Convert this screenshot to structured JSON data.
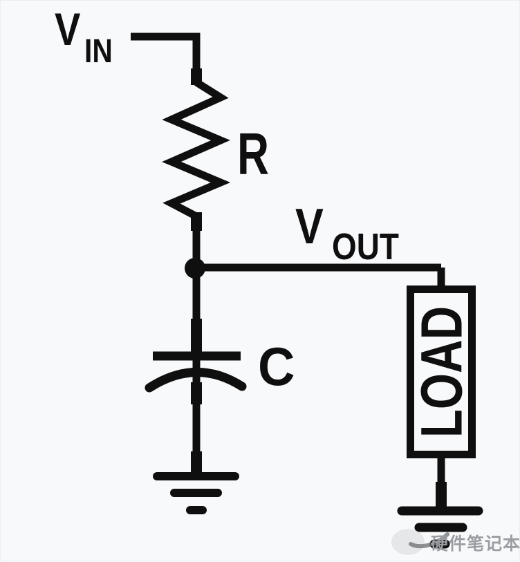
{
  "figure": {
    "description_title": "RC low-pass filter with load circuit diagram"
  },
  "labels": {
    "vin": {
      "main": "V",
      "sub": "IN"
    },
    "vout": {
      "main": "V",
      "sub": "OUT"
    },
    "resistor": "R",
    "capacitor": "C",
    "load": "LOAD"
  },
  "watermark": {
    "text": "硬件笔记本"
  },
  "colors": {
    "ink": "#0f0f10",
    "background": "#f8f9fa",
    "watermark": "#9a9da1",
    "watermark-light": "#d7d9db"
  }
}
